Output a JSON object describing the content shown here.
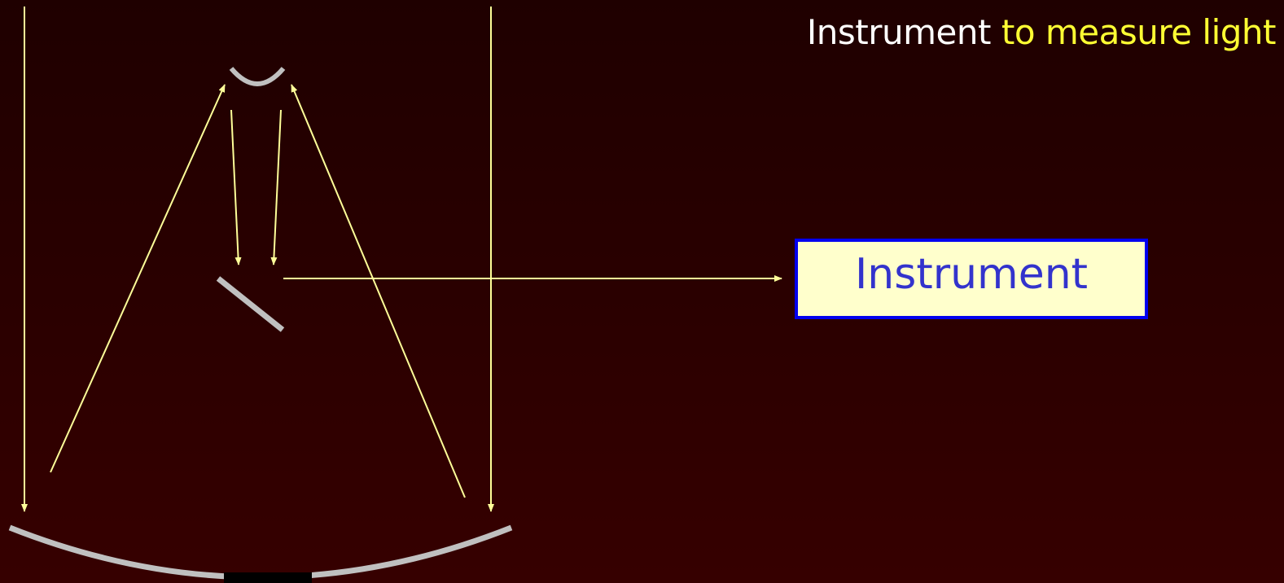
{
  "title": {
    "part1": "Instrument",
    "part2": "to measure light"
  },
  "instrument_label": "Instrument",
  "colors": {
    "background": "#2a0000",
    "ray": "#ffff99",
    "mirror": "#c0c0c0",
    "box_fill": "#ffffcc",
    "box_border": "#0000ee",
    "box_text": "#3333cc",
    "title_highlight": "#ffff33"
  }
}
